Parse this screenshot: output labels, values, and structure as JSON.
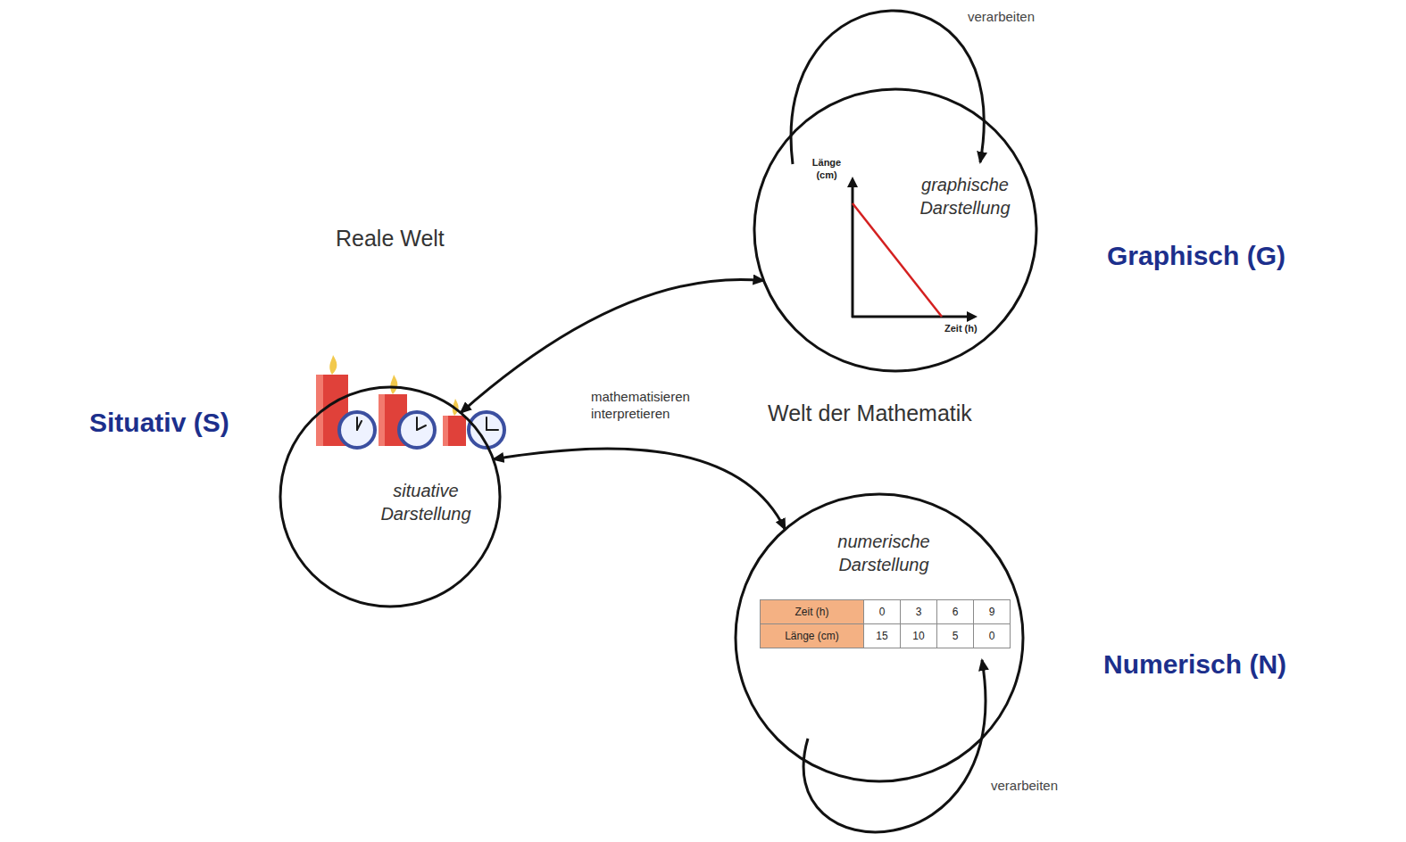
{
  "diagram": {
    "nodes": [
      {
        "text": [
          "graphische Darstellung"
        ]
      },
      {
        "text": [
          "situative Darstellung"
        ]
      },
      {
        "text": [
          "numerische Darstellung"
        ]
      }
    ],
    "edges": [
      {
        "from": 1,
        "to": 0,
        "arrow": "both"
      },
      {
        "from": 1,
        "to": 2,
        "arrow": "both"
      }
    ],
    "labels": [
      "verarbeiten",
      "Länge (cm)",
      "Zeit (h)",
      "Graphisch (G)",
      "Reale Welt",
      "mathematisieren interpretieren",
      "Welt der Mathematik",
      "Situativ (S)",
      "Zeit (h)",
      "0",
      "3",
      "6",
      "9",
      "Numerisch (N)",
      "Länge (cm)",
      "15",
      "10",
      "5",
      "0",
      "verarbeiten"
    ]
  }
}
